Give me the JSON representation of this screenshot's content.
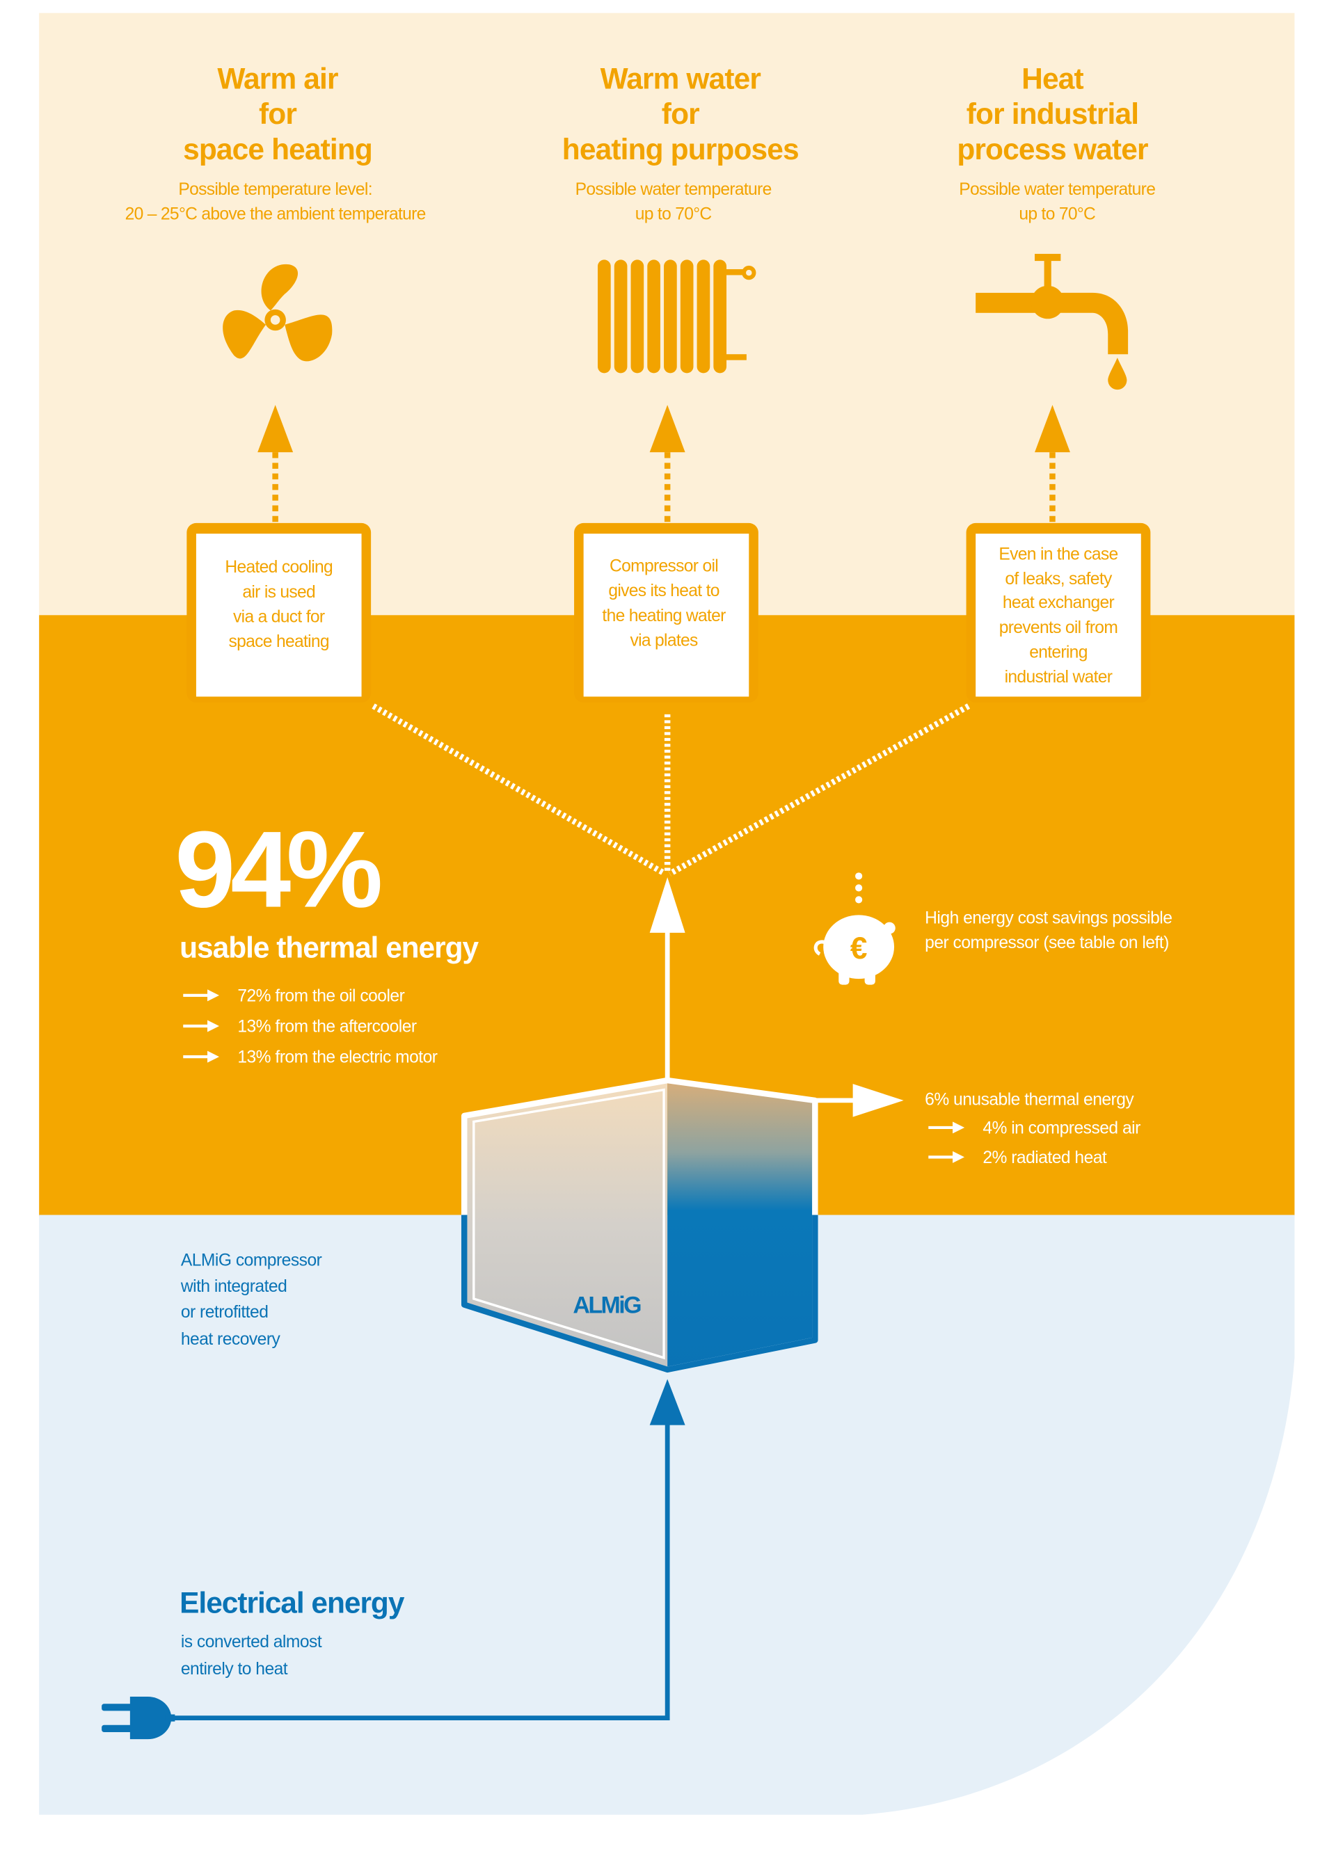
{
  "columns": [
    {
      "title": [
        "Warm air",
        "for",
        "space heating"
      ],
      "subtitle": [
        "Possible temperature level:",
        "20 – 25°C above the ambient temperature"
      ],
      "icon": "fan-icon",
      "box": [
        "Heated cooling",
        "air is used",
        "via a duct for",
        "space heating"
      ]
    },
    {
      "title": [
        "Warm water",
        "for",
        "heating purposes"
      ],
      "subtitle": [
        "Possible water temperature",
        "up to 70°C"
      ],
      "icon": "radiator-icon",
      "box": [
        "Compressor oil",
        "gives its heat to",
        "the heating water",
        "via plates"
      ]
    },
    {
      "title": [
        "Heat",
        "for industrial",
        "process water"
      ],
      "subtitle": [
        "Possible water temperature",
        "up to 70°C"
      ],
      "icon": "tap-icon",
      "box": [
        "Even in the case",
        "of leaks, safety",
        "heat exchanger",
        "prevents oil from",
        "entering",
        "industrial water"
      ]
    }
  ],
  "usable": {
    "percent": "94%",
    "label": "usable thermal energy",
    "items": [
      "72% from the oil cooler",
      "13% from the aftercooler",
      "13% from the electric motor"
    ]
  },
  "savings": {
    "lines": [
      "High energy cost savings possible",
      "per compressor (see table on left)"
    ],
    "icon": "piggy-bank-euro-icon"
  },
  "unusable": {
    "label": "6% unusable thermal energy",
    "items": [
      "4% in compressed air",
      "2% radiated heat"
    ]
  },
  "compressor": {
    "lines": [
      "ALMiG compressor",
      "with integrated",
      "or retrofitted",
      "heat recovery"
    ],
    "brand": "ALMiG"
  },
  "electrical": {
    "title": "Electrical energy",
    "lines": [
      "is converted almost",
      "entirely to heat"
    ],
    "icon": "plug-icon"
  },
  "colors": {
    "cream": "#fdf0d8",
    "orange": "#f4a700",
    "lightblue": "#e6f0f8",
    "blue": "#0a73b5"
  }
}
